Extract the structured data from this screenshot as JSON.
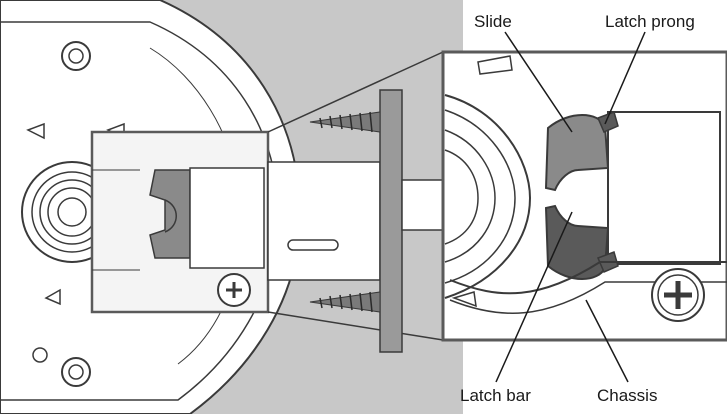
{
  "callouts": {
    "slide": "Slide",
    "latch_prong": "Latch prong",
    "latch_bar": "Latch bar",
    "chassis": "Chassis"
  },
  "colors": {
    "background_gray": "#c8c8c8",
    "panel_white": "#ffffff",
    "inset_light": "#f4f4f4",
    "line_dark": "#3a3a3a",
    "slide_gray": "#8a8a8a",
    "latch_dark": "#5a5a5a",
    "connector_band": "#9a9a9a"
  }
}
